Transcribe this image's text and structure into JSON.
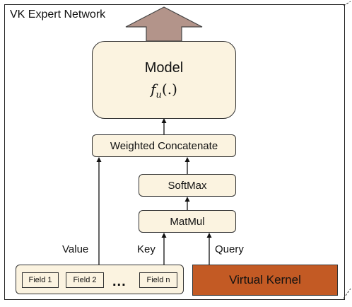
{
  "diagram": {
    "title": "VK Expert Network",
    "model": {
      "label": "Model",
      "function": "f",
      "function_sub": "u",
      "function_args": "(.)"
    },
    "weighted_concat": "Weighted Concatenate",
    "softmax": "SoftMax",
    "matmul": "MatMul",
    "labels": {
      "value": "Value",
      "key": "Key",
      "query": "Query"
    },
    "fields": [
      "Field 1",
      "Field 2",
      "Field n"
    ],
    "ellipsis": "...",
    "virtual_kernel": "Virtual Kernel",
    "colors": {
      "box_fill": "#fbf3e0",
      "output_arrow": "#b3948a",
      "virtual_kernel": "#c35a24"
    }
  }
}
